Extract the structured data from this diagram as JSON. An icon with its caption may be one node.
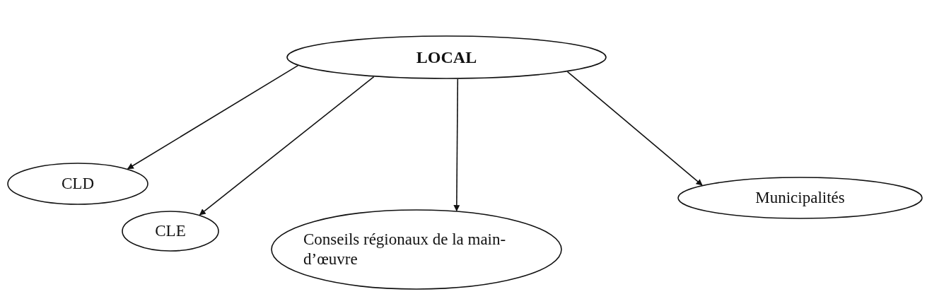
{
  "diagram": {
    "nodes": [
      {
        "text": [
          "LOCAL"
        ]
      },
      {
        "text": [
          "CLD"
        ]
      },
      {
        "text": [
          "CLE"
        ]
      },
      {
        "text": [
          "Conseils régionaux de la main-d’œuvre"
        ]
      },
      {
        "text": [
          "Municipalités"
        ]
      }
    ],
    "edges": [
      {
        "from": 0,
        "to": 1,
        "arrow": "to"
      },
      {
        "from": 0,
        "to": 2,
        "arrow": "to"
      },
      {
        "from": 0,
        "to": 3,
        "arrow": "to"
      },
      {
        "from": 0,
        "to": 4,
        "arrow": "to"
      }
    ]
  }
}
